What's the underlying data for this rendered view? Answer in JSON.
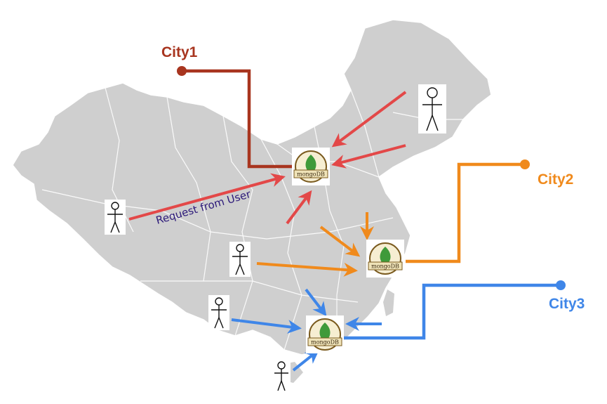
{
  "colors": {
    "map_fill": "#cfcfcf",
    "province_border": "#ffffff",
    "city1": "#a8351f",
    "city2": "#f08a1c",
    "city3": "#3f86e8",
    "request_arrow": "#e34848",
    "annotation": "#2d1a7a",
    "mongodb_leaf": "#3f9a3a",
    "mongodb_ring": "#7a5a1e"
  },
  "cities": {
    "city1": {
      "label": "City1"
    },
    "city2": {
      "label": "City2"
    },
    "city3": {
      "label": "City3"
    }
  },
  "annotation": {
    "text": "Request from User"
  },
  "database": {
    "logo_text": "mongoDB"
  },
  "icons": {
    "user": "stick-figure-icon",
    "database": "mongodb-leaf-icon"
  }
}
